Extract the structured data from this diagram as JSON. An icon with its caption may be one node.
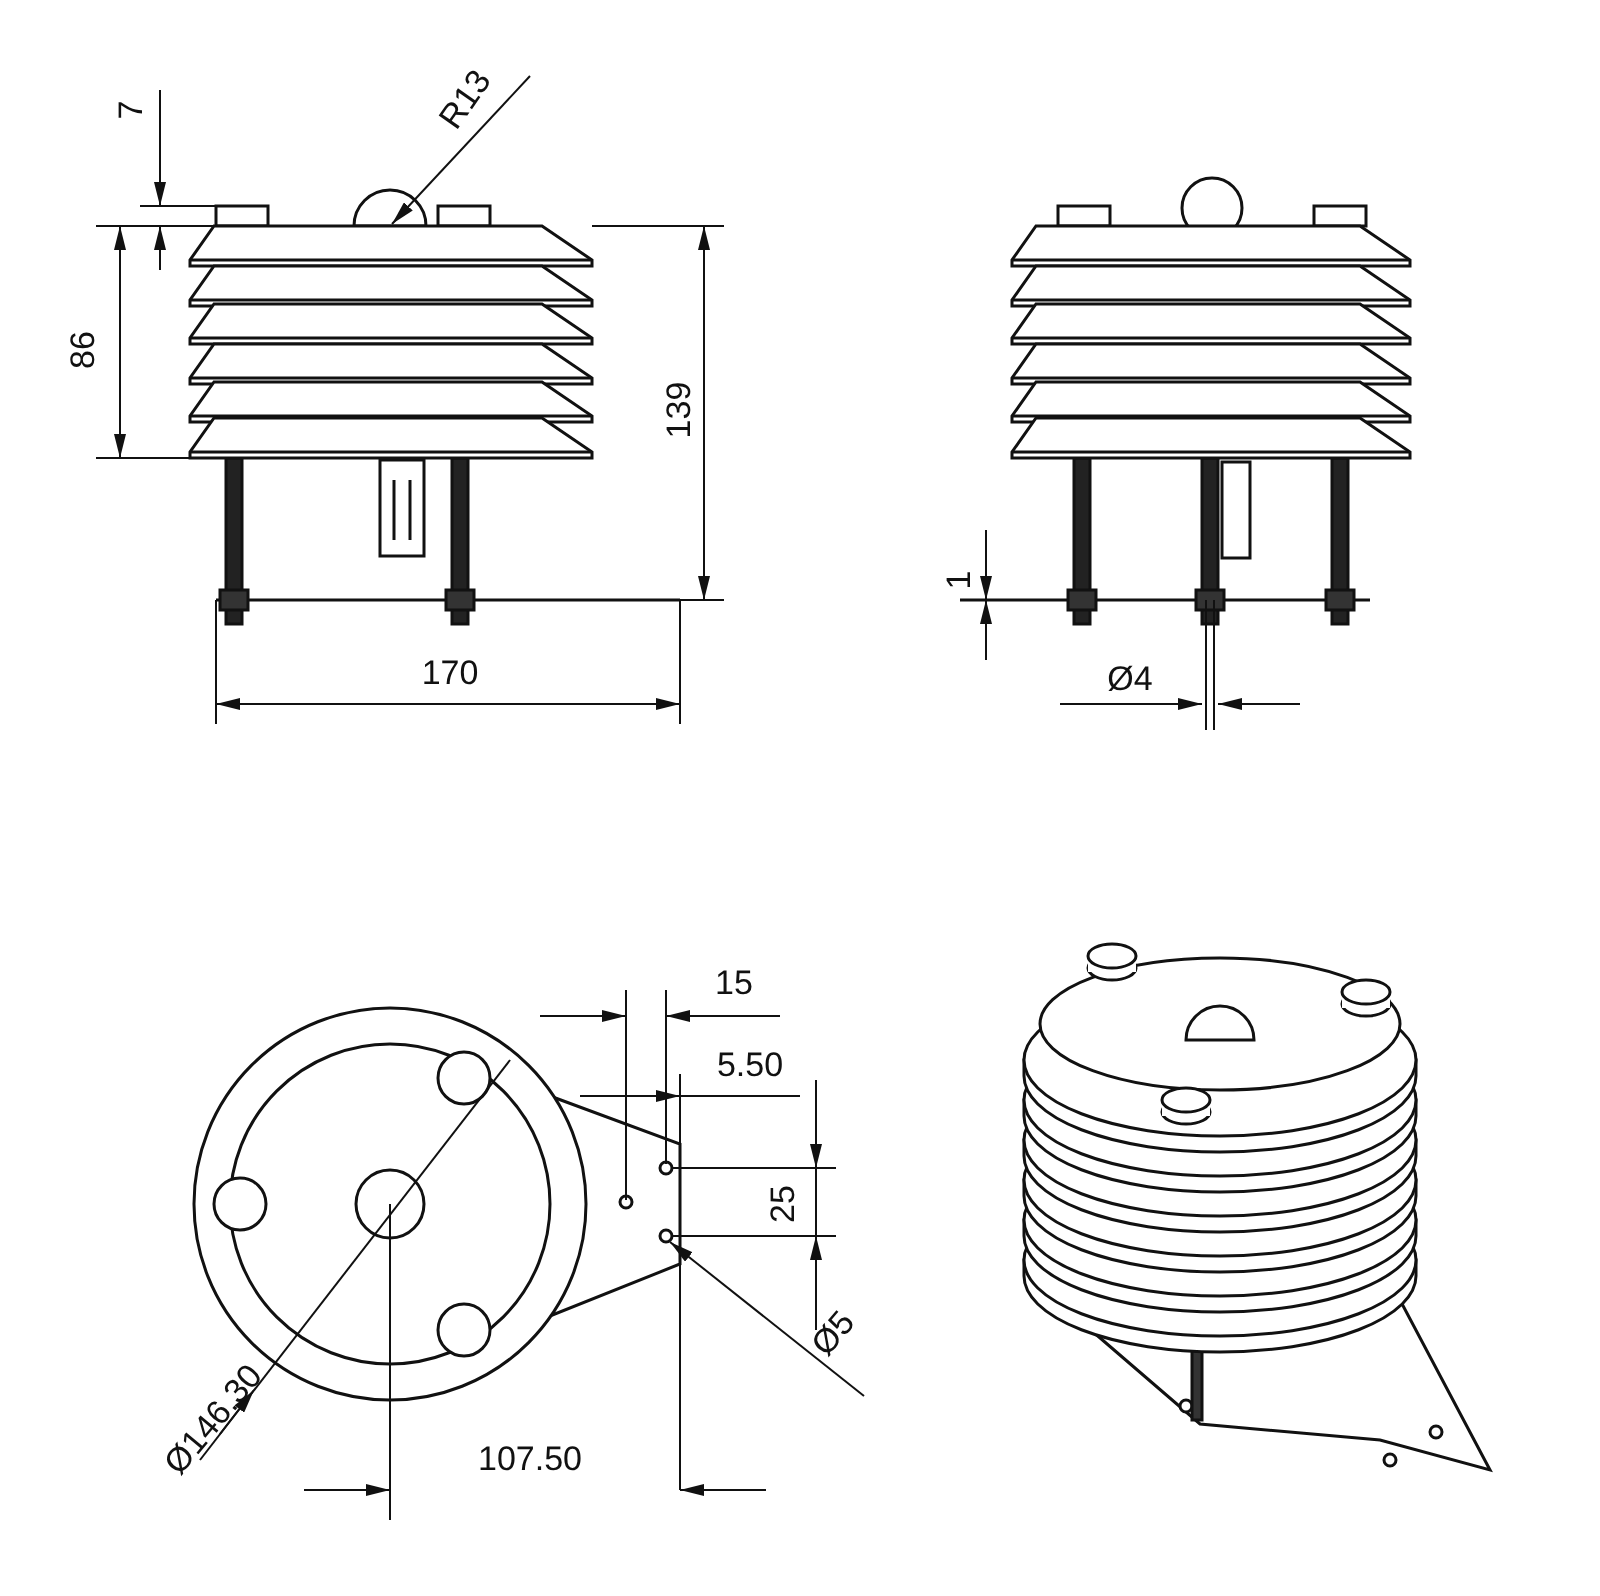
{
  "diagram": {
    "labels": [
      "7",
      "R13",
      "86",
      "139",
      "170",
      "1",
      "Ø4",
      "15",
      "5.50",
      "25",
      "Ø5",
      "Ø146.30",
      "107.50"
    ]
  }
}
